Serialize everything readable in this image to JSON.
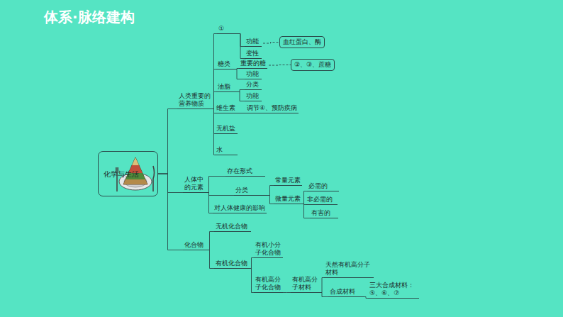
{
  "diagram": {
    "title": "体系·脉络建构",
    "nodes": [
      {
        "text": [
          "化学与生活"
        ]
      },
      {
        "text": [
          "人类重要的营养物质"
        ]
      },
      {
        "text": [
          "人体中的元素"
        ]
      },
      {
        "text": [
          "化合物"
        ]
      },
      {
        "text": [
          "①"
        ]
      },
      {
        "text": [
          "糖类"
        ]
      },
      {
        "text": [
          "油脂"
        ]
      },
      {
        "text": [
          "维生素",
          "调节④、预防疾病"
        ]
      },
      {
        "text": [
          "无机盐"
        ]
      },
      {
        "text": [
          "水"
        ]
      },
      {
        "text": [
          "功能"
        ]
      },
      {
        "text": [
          "变性"
        ]
      },
      {
        "text": [
          "重要的糖"
        ]
      },
      {
        "text": [
          "功能"
        ]
      },
      {
        "text": [
          "分类"
        ]
      },
      {
        "text": [
          "功能"
        ]
      },
      {
        "text": [
          "血红蛋白、酶"
        ]
      },
      {
        "text": [
          "②、③、蔗糖"
        ]
      },
      {
        "text": [
          "存在形式"
        ]
      },
      {
        "text": [
          "分类"
        ]
      },
      {
        "text": [
          "对人体健康的影响"
        ]
      },
      {
        "text": [
          "常量元素"
        ]
      },
      {
        "text": [
          "微量元素"
        ]
      },
      {
        "text": [
          "必需的"
        ]
      },
      {
        "text": [
          "非必需的"
        ]
      },
      {
        "text": [
          "有害的"
        ]
      },
      {
        "text": [
          "无机化合物"
        ]
      },
      {
        "text": [
          "有机化合物"
        ]
      },
      {
        "text": [
          "有机小分子化合物"
        ]
      },
      {
        "text": [
          "有机高分子化合物"
        ]
      },
      {
        "text": [
          "有机高分子材料"
        ]
      },
      {
        "text": [
          "天然有机高分子材料"
        ]
      },
      {
        "text": [
          "合成材料"
        ]
      },
      {
        "text": [
          "三大合成材料：⑤、⑥、⑦"
        ]
      }
    ],
    "edges": [
      {
        "from": 0,
        "to": 1,
        "arrow": "none"
      },
      {
        "from": 0,
        "to": 2,
        "arrow": "none"
      },
      {
        "from": 0,
        "to": 3,
        "arrow": "none"
      },
      {
        "from": 1,
        "to": 4,
        "arrow": "none"
      },
      {
        "from": 1,
        "to": 5,
        "arrow": "none"
      },
      {
        "from": 1,
        "to": 6,
        "arrow": "none"
      },
      {
        "from": 1,
        "to": 7,
        "arrow": "none"
      },
      {
        "from": 1,
        "to": 8,
        "arrow": "none"
      },
      {
        "from": 1,
        "to": 9,
        "arrow": "none"
      },
      {
        "from": 4,
        "to": 10,
        "arrow": "none"
      },
      {
        "from": 4,
        "to": 11,
        "arrow": "none"
      },
      {
        "from": 10,
        "to": 16,
        "arrow": "none"
      },
      {
        "from": 5,
        "to": 12,
        "arrow": "none"
      },
      {
        "from": 5,
        "to": 13,
        "arrow": "none"
      },
      {
        "from": 12,
        "to": 17,
        "arrow": "none"
      },
      {
        "from": 6,
        "to": 14,
        "arrow": "none"
      },
      {
        "from": 6,
        "to": 15,
        "arrow": "none"
      },
      {
        "from": 2,
        "to": 18,
        "arrow": "none"
      },
      {
        "from": 2,
        "to": 19,
        "arrow": "none"
      },
      {
        "from": 2,
        "to": 20,
        "arrow": "none"
      },
      {
        "from": 19,
        "to": 21,
        "arrow": "none"
      },
      {
        "from": 19,
        "to": 22,
        "arrow": "none"
      },
      {
        "from": 22,
        "to": 23,
        "arrow": "none"
      },
      {
        "from": 22,
        "to": 24,
        "arrow": "none"
      },
      {
        "from": 22,
        "to": 25,
        "arrow": "none"
      },
      {
        "from": 3,
        "to": 26,
        "arrow": "none"
      },
      {
        "from": 3,
        "to": 27,
        "arrow": "none"
      },
      {
        "from": 27,
        "to": 28,
        "arrow": "none"
      },
      {
        "from": 27,
        "to": 29,
        "arrow": "none"
      },
      {
        "from": 29,
        "to": 30,
        "arrow": "none"
      },
      {
        "from": 30,
        "to": 31,
        "arrow": "none"
      },
      {
        "from": 30,
        "to": 32,
        "arrow": "none"
      },
      {
        "from": 32,
        "to": 33,
        "arrow": "none"
      }
    ]
  }
}
